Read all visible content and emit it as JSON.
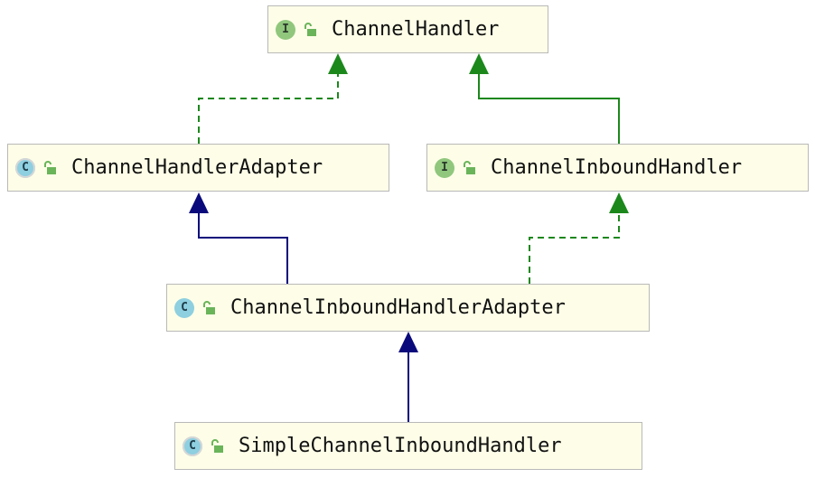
{
  "nodes": {
    "channel_handler": {
      "label": "ChannelHandler",
      "kind": "I"
    },
    "channel_handler_adapter": {
      "label": "ChannelHandlerAdapter",
      "kind": "C"
    },
    "channel_inbound_handler": {
      "label": "ChannelInboundHandler",
      "kind": "I"
    },
    "channel_inbound_handler_adapter": {
      "label": "ChannelInboundHandlerAdapter",
      "kind": "C"
    },
    "simple_channel_inbound_handler": {
      "label": "SimpleChannelInboundHandler",
      "kind": "C"
    }
  },
  "icons": {
    "interface": "interface-icon",
    "class": "class-icon",
    "abstract_class": "abstract-class-icon",
    "access": "unlocked-icon"
  },
  "colors": {
    "node_fill": "#fefee8",
    "node_border": "#b9b9b9",
    "implements_edge": "#1c881c",
    "extends_edge": "#0a0a7c",
    "interface_icon": "#90c77d",
    "class_icon": "#8ecfe0",
    "lock_icon": "#6ab45a"
  },
  "edges": [
    {
      "from": "channel_handler_adapter",
      "to": "channel_handler",
      "style": "dashed",
      "relation": "implements"
    },
    {
      "from": "channel_inbound_handler",
      "to": "channel_handler",
      "style": "solid",
      "relation": "extends-interface"
    },
    {
      "from": "channel_inbound_handler_adapter",
      "to": "channel_handler_adapter",
      "style": "solid",
      "relation": "extends"
    },
    {
      "from": "channel_inbound_handler_adapter",
      "to": "channel_inbound_handler",
      "style": "dashed",
      "relation": "implements"
    },
    {
      "from": "simple_channel_inbound_handler",
      "to": "channel_inbound_handler_adapter",
      "style": "solid",
      "relation": "extends"
    }
  ]
}
